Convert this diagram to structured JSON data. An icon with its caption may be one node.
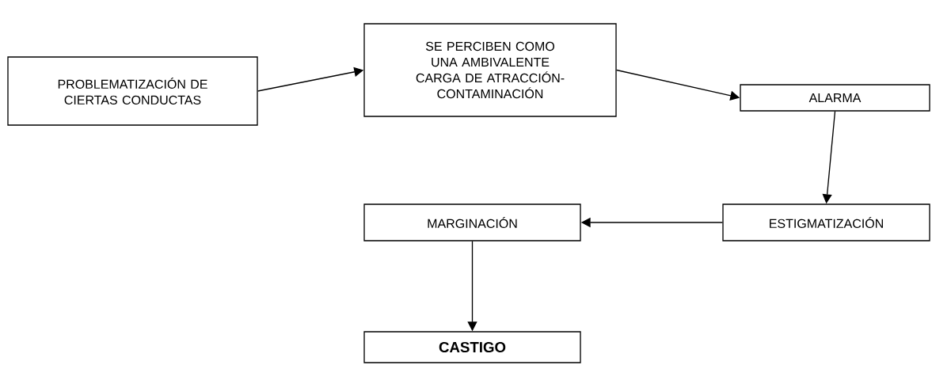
{
  "diagram": {
    "nodes": [
      {
        "text": [
          "PROBLEMATIZACIÓN DE CIERTAS CONDUCTAS"
        ]
      },
      {
        "text": [
          "SE PERCIBEN COMO UNA AMBIVALENTE CARGA DE ATRACCIÓN-CONTAMINACIÓN"
        ]
      },
      {
        "text": [
          "ALARMA"
        ]
      },
      {
        "text": [
          "ESTIGMATIZACIÓN"
        ]
      },
      {
        "text": [
          "MARGINACIÓN"
        ]
      },
      {
        "text": [
          "CASTIGO"
        ]
      }
    ],
    "edges": [
      {
        "from": 0,
        "to": 1,
        "arrow": "to"
      },
      {
        "from": 1,
        "to": 2,
        "arrow": "to"
      },
      {
        "from": 2,
        "to": 3,
        "arrow": "to"
      },
      {
        "from": 3,
        "to": 4,
        "arrow": "to"
      },
      {
        "from": 4,
        "to": 5,
        "arrow": "to"
      }
    ]
  }
}
